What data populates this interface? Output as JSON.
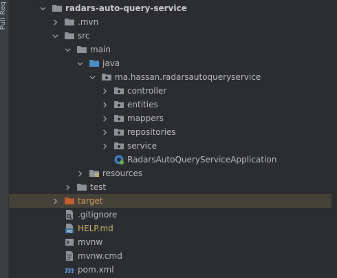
{
  "side_tab": {
    "label": "Pull Req"
  },
  "tree": {
    "root": "radars-auto-query-service",
    "mvn": ".mvn",
    "src": "src",
    "main": "main",
    "java": "java",
    "package": "ma.hassan.radarsautoqueryservice",
    "controller": "controller",
    "entities": "entities",
    "mappers": "mappers",
    "repositories": "repositories",
    "service": "service",
    "app_class": "RadarsAutoQueryServiceApplication",
    "resources": "resources",
    "test": "test",
    "target": "target",
    "gitignore": ".gitignore",
    "help": "HELP.md",
    "mvnw": "mvnw",
    "mvnw_cmd": "mvnw.cmd",
    "pom": "pom.xml"
  },
  "colors": {
    "background": "#2b2d30",
    "selected_row": "#45423a",
    "folder": "#8d9299",
    "source_folder": "#4a8ec2",
    "excluded_folder": "#c65d2e",
    "text": "#bbbbbb",
    "excluded_text": "#d19a5b"
  },
  "icons": [
    "chevron-down-icon",
    "chevron-right-icon",
    "folder-icon",
    "source-folder-icon",
    "package-icon",
    "spring-class-icon",
    "resources-folder-icon",
    "excluded-folder-icon",
    "gitignore-file-icon",
    "markdown-file-icon",
    "shell-script-icon",
    "cmd-file-icon",
    "maven-icon"
  ]
}
